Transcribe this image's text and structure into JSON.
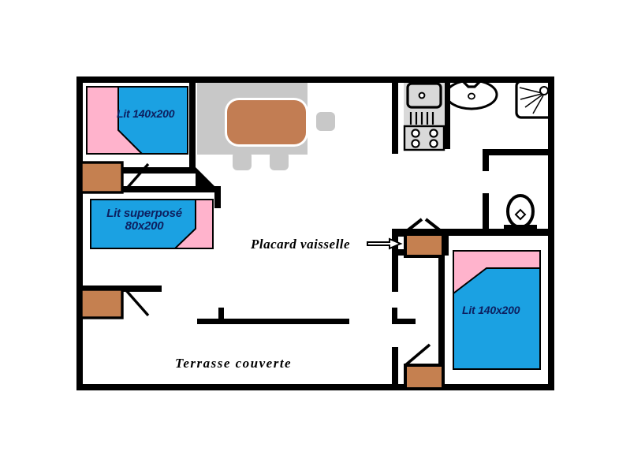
{
  "document": {
    "kind": "floor-plan",
    "language": "fr"
  },
  "palette": {
    "wall": "#000000",
    "bed_blue": "#1ba1e2",
    "bed_pink": "#ffb3cc",
    "door_brown": "#c58050",
    "table_brown": "#c27d53",
    "furniture_gray": "#c8c8c8",
    "text_dark_blue": "#0d2060",
    "background": "#ffffff"
  },
  "labels": {
    "bed_left": "Lit 140x200",
    "bed_bunk_line1": "Lit superposé",
    "bed_bunk_line2": "80x200",
    "bed_right": "Lit 140x200",
    "placard": "Placard vaisselle",
    "terrace": "Terrasse couverte"
  },
  "rooms": [
    {
      "name": "bedroom-left",
      "label": "Lit 140x200"
    },
    {
      "name": "bedroom-bunk",
      "label": "Lit superposé 80x200"
    },
    {
      "name": "bedroom-right",
      "label": "Lit 140x200"
    },
    {
      "name": "living-kitchen",
      "label": ""
    },
    {
      "name": "bathroom",
      "label": ""
    },
    {
      "name": "wc",
      "label": ""
    },
    {
      "name": "terrace",
      "label": "Terrasse couverte"
    }
  ],
  "fixtures": [
    {
      "name": "kitchen-sink",
      "label": ""
    },
    {
      "name": "kitchen-stove",
      "label": ""
    },
    {
      "name": "washbasin",
      "label": ""
    },
    {
      "name": "shower",
      "label": ""
    },
    {
      "name": "toilet",
      "label": ""
    },
    {
      "name": "dining-table",
      "label": ""
    },
    {
      "name": "bench-seating",
      "label": ""
    },
    {
      "name": "stool",
      "label": ""
    },
    {
      "name": "dish-cupboard",
      "label": "Placard vaisselle"
    }
  ],
  "beds": [
    {
      "name": "bed-left",
      "size": "140x200",
      "pillow_side": "left"
    },
    {
      "name": "bed-bunk",
      "size": "80x200",
      "pillow_side": "right"
    },
    {
      "name": "bed-right",
      "size": "140x200",
      "pillow_side": "top"
    }
  ],
  "doors": [
    {
      "name": "door-bedroom-left",
      "swing": "left"
    },
    {
      "name": "door-bedroom-bunk",
      "swing": "right"
    },
    {
      "name": "door-terrace-left",
      "swing": "right"
    },
    {
      "name": "door-bedroom-right",
      "swing": "left"
    },
    {
      "name": "door-cupboard",
      "swing": "double"
    }
  ],
  "annotations": [
    {
      "name": "placard-arrow",
      "points_to": "dish-cupboard",
      "direction": "right"
    }
  ]
}
